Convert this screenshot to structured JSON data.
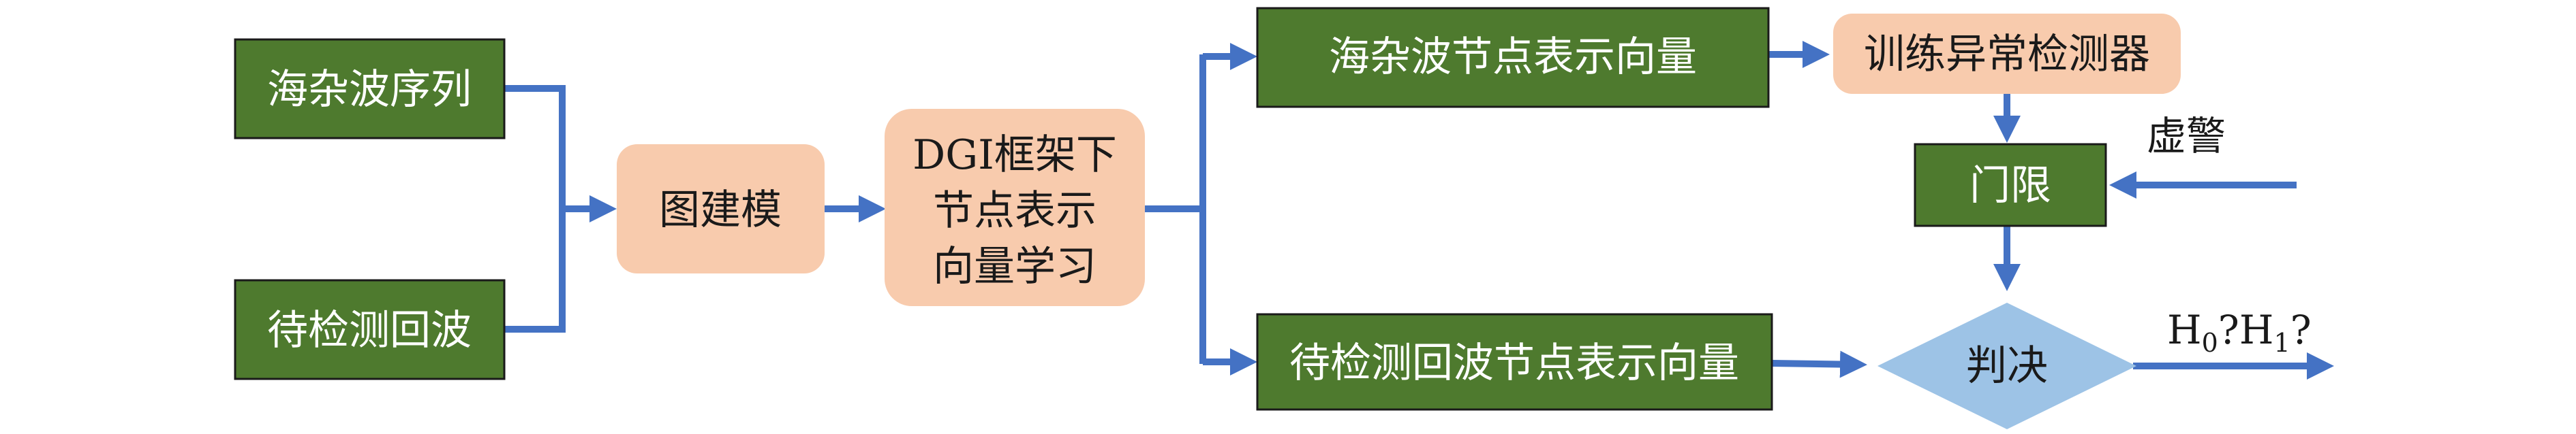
{
  "colors": {
    "green_box": "#4e7a2e",
    "orange_box": "#f8cbad",
    "diamond": "#9dc3e6",
    "arrow": "#4472c4",
    "border": "#1a1a1a"
  },
  "nodes": {
    "sea_clutter_sequence": "海杂波序列",
    "echo_to_detect": "待检测回波",
    "graph_modeling": "图建模",
    "dgi_learning": [
      "DGI框架下",
      "节点表示",
      "向量学习"
    ],
    "sea_clutter_vector": "海杂波节点表示向量",
    "echo_vector": "待检测回波节点表示向量",
    "train_detector": "训练异常检测器",
    "threshold": "门限",
    "decision": "判决"
  },
  "labels": {
    "false_alarm": "虚警",
    "output": {
      "h0_base": "H",
      "h0_sub": "0",
      "h0_q": "?",
      "h1_base": "H",
      "h1_sub": "1",
      "h1_q": "?"
    }
  }
}
